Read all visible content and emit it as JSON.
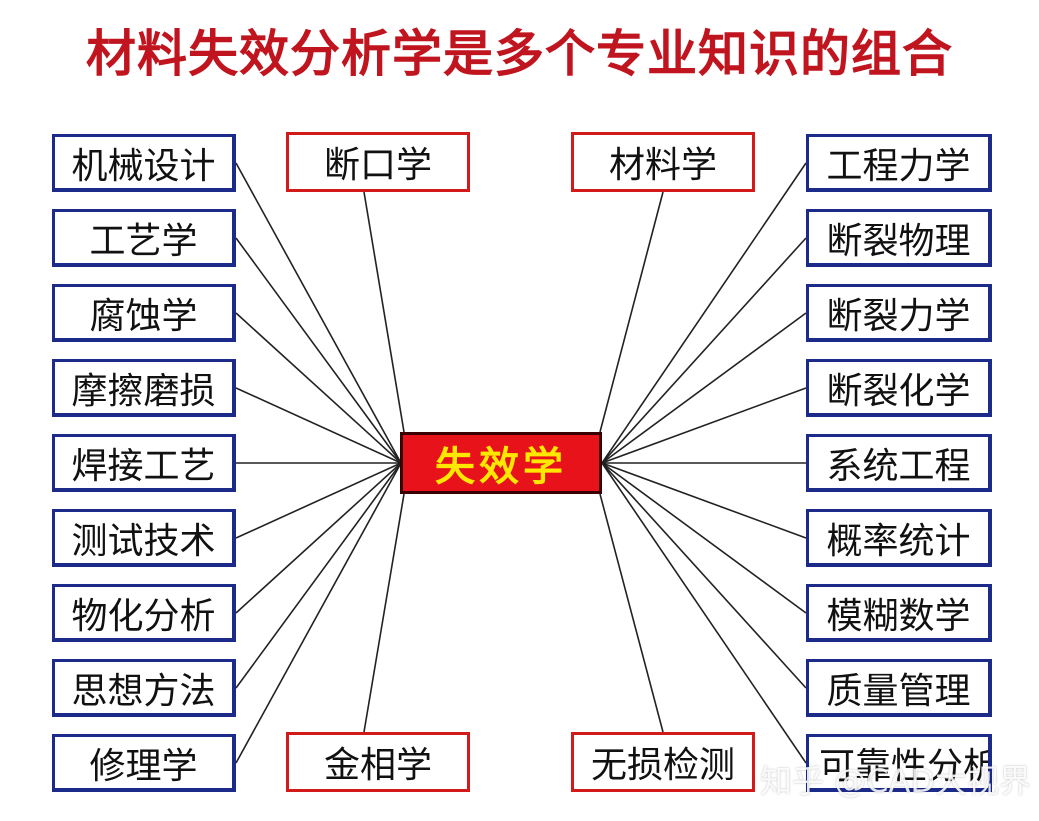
{
  "title": "材料失效分析学是多个专业知识的组合",
  "center_label": "失效学",
  "left_items": [
    "机械设计",
    "工艺学",
    "腐蚀学",
    "摩擦磨损",
    "焊接工艺",
    "测试技术",
    "物化分析",
    "思想方法",
    "修理学"
  ],
  "right_items": [
    "工程力学",
    "断裂物理",
    "断裂力学",
    "断裂化学",
    "系统工程",
    "概率统计",
    "模糊数学",
    "质量管理",
    "可靠性分析"
  ],
  "top_items": [
    "断口学",
    "材料学"
  ],
  "bottom_items": [
    "金相学",
    "无损检测"
  ],
  "watermark": "知乎 @CAD大视界",
  "colors": {
    "title": "#c0141e",
    "center_fill": "#e8131a",
    "center_text": "#ffe800",
    "blue_border": "#1c2a8a",
    "red_border": "#d31a1a",
    "lines": "#222222"
  }
}
